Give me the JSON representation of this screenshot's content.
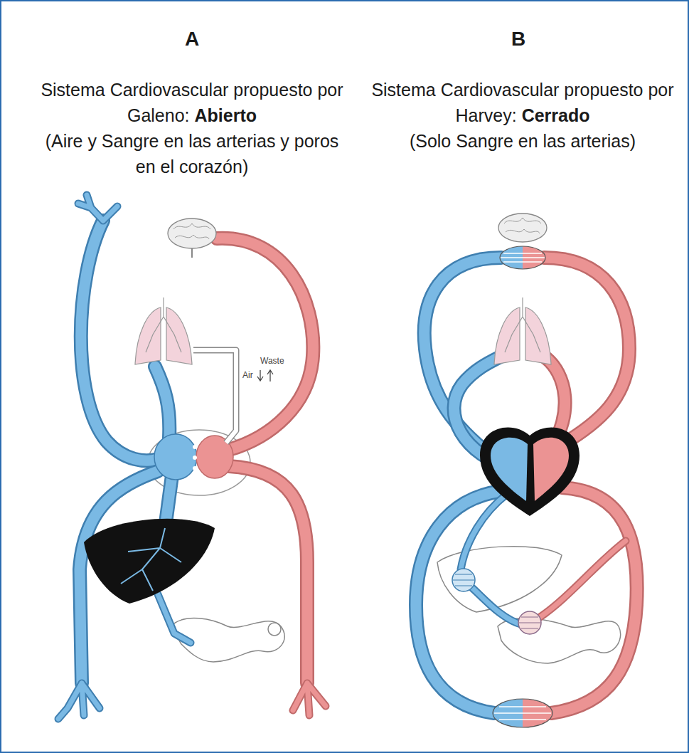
{
  "diagram": {
    "labels": [
      "A",
      "Sistema Cardiovascular propuesto por Galeno:",
      "Abierto",
      "(Aire y Sangre en las arterias y poros en el corazón)",
      "B",
      "Sistema Cardiovascular propuesto por Harvey:",
      "Cerrado",
      "(Solo Sangre en las arterias)",
      "Air",
      "Waste"
    ]
  }
}
